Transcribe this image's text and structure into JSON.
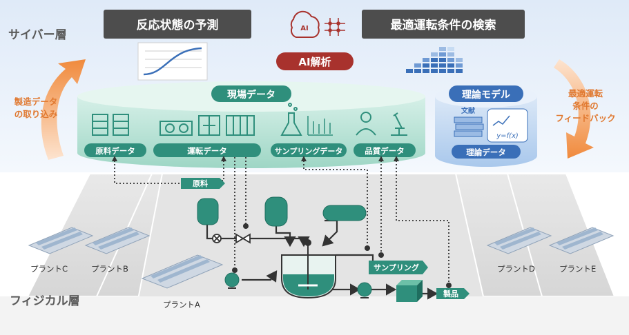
{
  "layers": {
    "cyber": "サイバー層",
    "physical": "フィジカル層"
  },
  "top_boxes": {
    "reaction_prediction": "反応状態の予測",
    "optimal_search": "最適運転条件の検索",
    "ai_analysis": "AI解析",
    "ai_icon_text": "AI"
  },
  "side_arrows": {
    "left": [
      "製造データ",
      "の取り込み"
    ],
    "right": [
      "最適運転",
      "条件の",
      "フィードバック"
    ]
  },
  "field_data": {
    "title": "現場データ",
    "tags": [
      "原料データ",
      "運転データ",
      "サンプリングデータ",
      "品質データ"
    ]
  },
  "theory": {
    "title": "理論モデル",
    "tag": "理論データ",
    "doc_label": "文献",
    "formula": "y=f(x)"
  },
  "plants": [
    "プラントA",
    "プラントB",
    "プラントC",
    "プラントD",
    "プラントE"
  ],
  "process": {
    "raw_material": "原料",
    "sampling": "サンプリング",
    "product": "製品"
  },
  "colors": {
    "dark_box": "#4d4d4d",
    "ai_red": "#a8322d",
    "teal": "#2f8f7c",
    "teal_dark": "#1f6e5f",
    "teal_light": "#bfe6da",
    "blue": "#3a6fb8",
    "blue_light": "#c7dcf3",
    "orange": "#f29a55",
    "sky": "#dbe9f7"
  }
}
